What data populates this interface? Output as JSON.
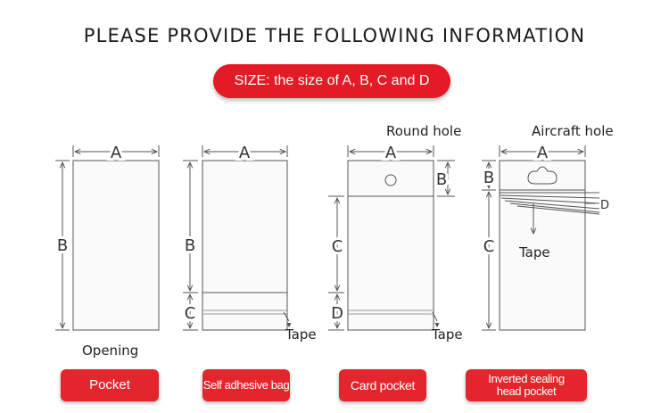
{
  "header": {
    "title": "PLEASE PROVIDE THE FOLLOWING INFORMATION",
    "size_note": "SIZE: the size of A, B, C and D"
  },
  "callouts": {
    "round_hole": "Round hole",
    "aircraft_hole": "Aircraft hole",
    "opening": "Opening",
    "tape": "Tape"
  },
  "dimensions": {
    "a": "A",
    "b": "B",
    "c": "C",
    "d": "D"
  },
  "bag_types": [
    {
      "label": "Pocket"
    },
    {
      "label": "Self adhesive bag"
    },
    {
      "label": "Card pocket"
    },
    {
      "label": "Inverted sealing head pocket"
    }
  ],
  "colors": {
    "accent_red": "#e21b24",
    "line": "#555555"
  }
}
